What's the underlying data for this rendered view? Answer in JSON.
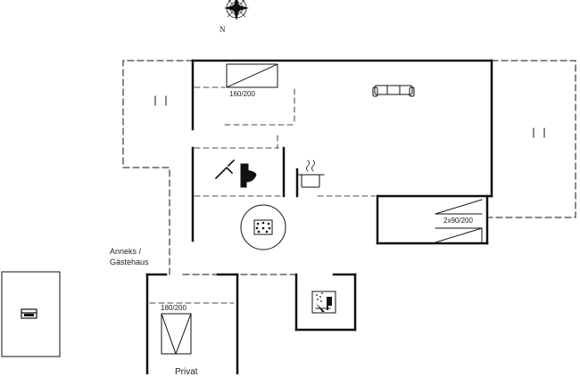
{
  "compass": {
    "north_label": "N"
  },
  "rooms": {
    "bedroom_1": {
      "bed_label": "160/200"
    },
    "bedroom_2": {
      "bed_label": "2x90/200"
    },
    "annex_bedroom": {
      "bed_label": "180/200"
    }
  },
  "annex": {
    "line1": "Anneks /",
    "line2": "Gästehaus",
    "cut_label": "Privat"
  },
  "icons": [
    "compass-rose-icon",
    "sofa-icon",
    "toilet-icon",
    "shower-icon",
    "kitchen-pot-icon",
    "hot-tub-icon",
    "sauna-icon",
    "car-icon"
  ]
}
